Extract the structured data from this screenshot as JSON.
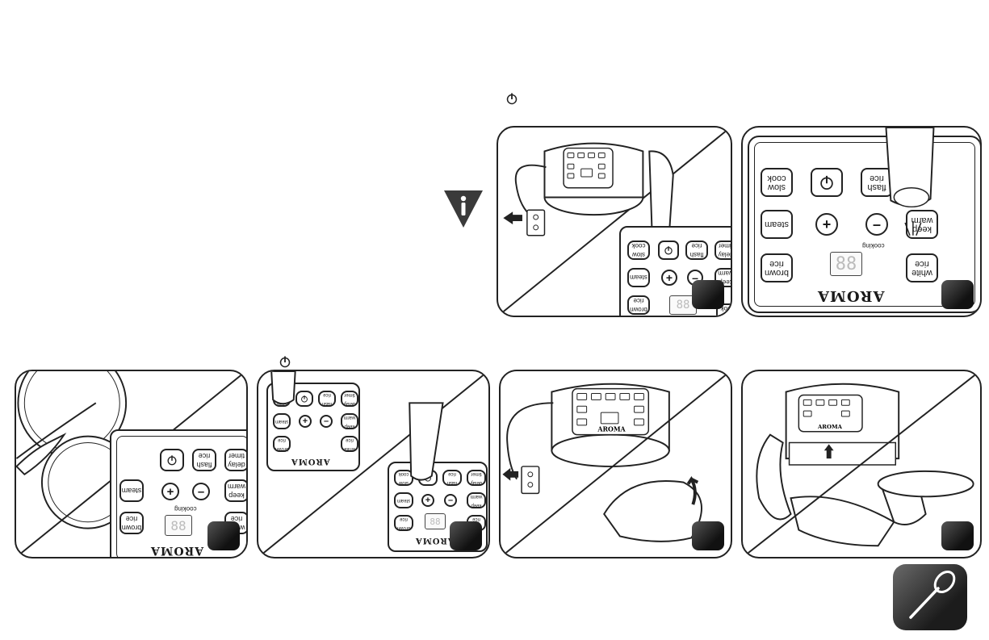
{
  "control_panel": {
    "buttons": {
      "slow_cook": "slow\ncook",
      "flash_rice": "flash\nrice",
      "delay_timer": "delay\ntimer",
      "steam": "steam",
      "keep_warm": "keep\nwarm",
      "brown_rice": "brown\nrice",
      "white_rice": "white\nrice"
    },
    "plus": "+",
    "minus": "–",
    "cooking_label": "cooking",
    "display_value": "88",
    "brand": "AROMA"
  },
  "icons": {
    "power": "power-icon",
    "info": "info-icon",
    "spoon": "spoon-icon",
    "step_badge": "step-badge"
  },
  "colors": {
    "ink": "#222222",
    "badge_dark": "#1c1c1c"
  }
}
